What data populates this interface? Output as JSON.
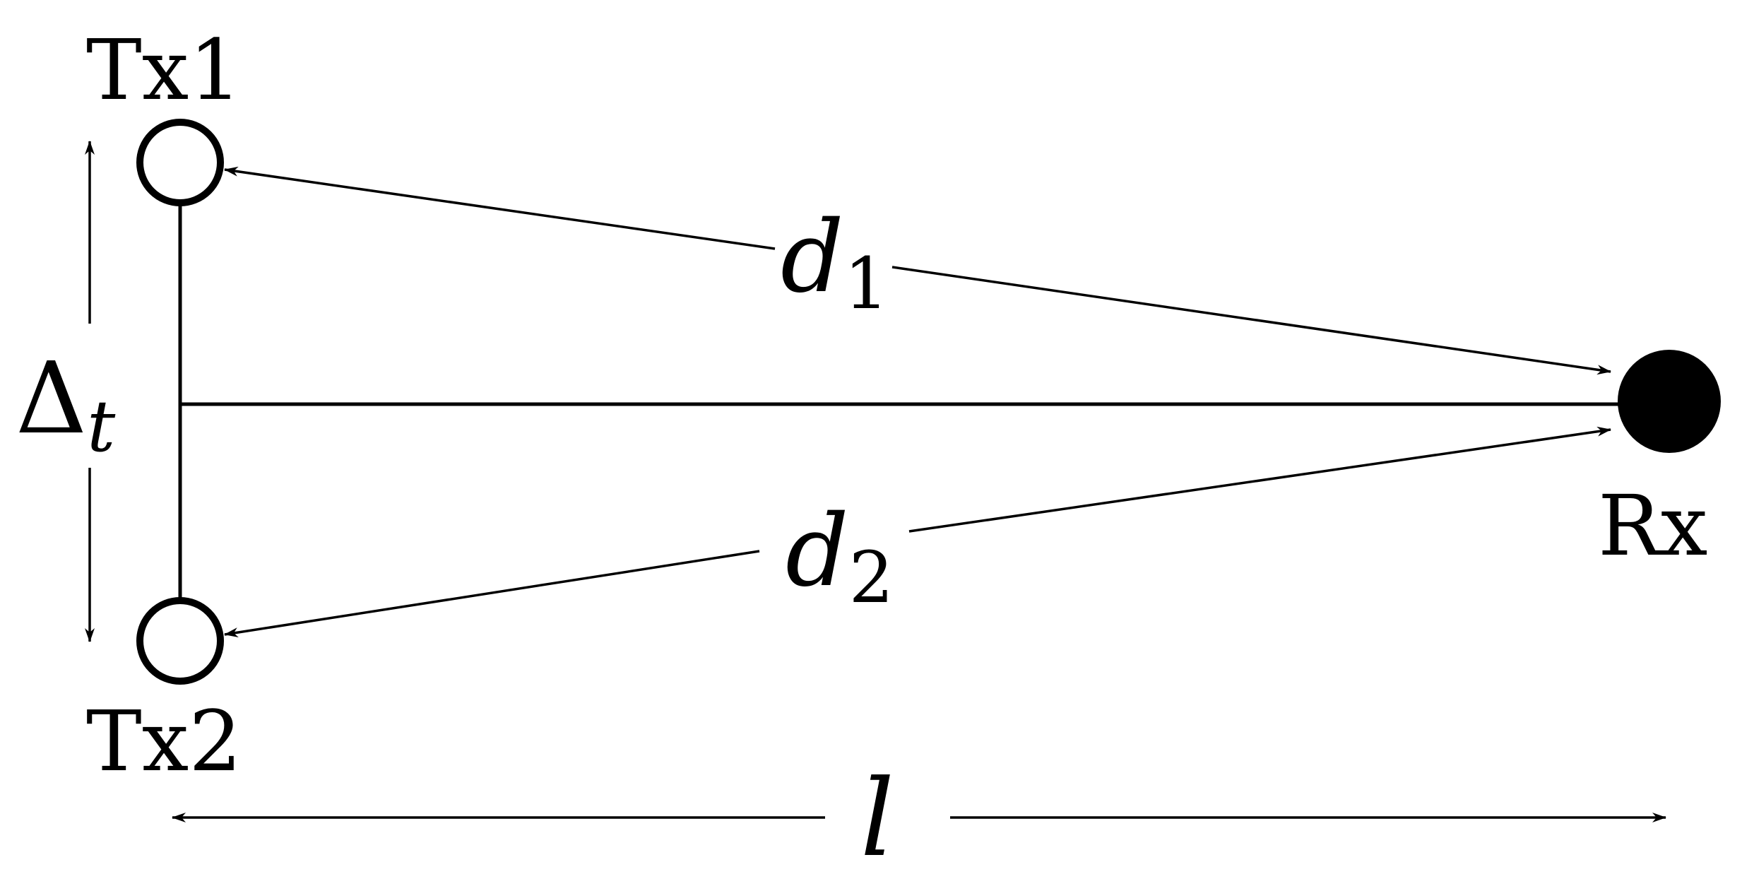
{
  "nodes": {
    "tx1": {
      "label": "Tx1"
    },
    "tx2": {
      "label": "Tx2"
    },
    "rx": {
      "label": "Rx"
    }
  },
  "distances": {
    "d1": {
      "symbol": "d",
      "subscript": "1"
    },
    "d2": {
      "symbol": "d",
      "subscript": "2"
    },
    "l": {
      "symbol": "l"
    },
    "delta_t": {
      "symbol": "Δ",
      "subscript": "t"
    }
  },
  "colors": {
    "stroke": "#000000",
    "background": "#ffffff"
  }
}
